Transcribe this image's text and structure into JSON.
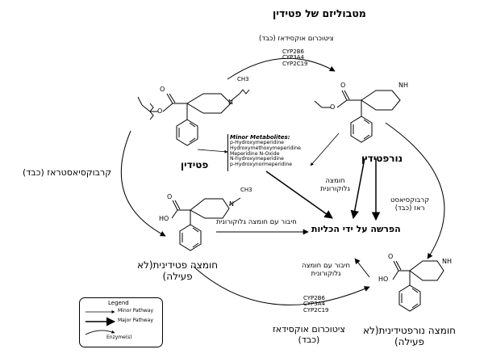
{
  "title": "מטבוליזם של פטידין",
  "top_enzyme_label": "ציטוכרום אוקסידאז (כבד)",
  "cyp_enzymes_top": [
    "CYP2B6",
    "CYP3A4",
    "CYP2C19"
  ],
  "cyp_enzymes_bottom": [
    "CYP2B6",
    "CYP3A4",
    "CYP2C19"
  ],
  "bottom_enzyme_label": [
    "ציטוכרום אוקסידאז",
    "(כבד)"
  ],
  "left_enzyme_label": "קרבוקסיאסטראז (כבד)",
  "right_enzyme_label": [
    "קרבוקסיאסט",
    "ראז (כבד)"
  ],
  "compounds": {
    "pethidine": "פטידין",
    "norpethidine": "נורפטידין",
    "pethidinic_acid": [
      "חומצה פטידינית(לא",
      "פעילה)"
    ],
    "norpethidinic_acid": [
      "חומצה נורפטידינית(לא",
      "פעילה)"
    ]
  },
  "minor_metabolites": {
    "title": "Minor Metabolites:",
    "items": [
      "p-Hydroxymeperidine",
      "Hydroxymethoxymeperidine",
      "Meperidine N-Oxide",
      "N-hydroxymeperidine",
      "p-Hydroxynormeperidine"
    ]
  },
  "center_label": "הפרשה על ידי הכליות",
  "glucuronic_short": [
    "חומצה",
    "גלוקורונית"
  ],
  "glucuronic_conjugation_top": "חיבור עם חומצה גלוקורונית",
  "glucuronic_conjugation_bottom": [
    "חיבור עם חומצה",
    "גלוקורונית"
  ],
  "atoms": {
    "N": "N",
    "NH": "NH",
    "CH3": "CH3",
    "O": "O",
    "HO": "HO"
  },
  "legend": {
    "title": "Legend",
    "minor": "Minor Pathway",
    "major": "Major Pathway",
    "enzyme": "Enzyme(s)"
  }
}
